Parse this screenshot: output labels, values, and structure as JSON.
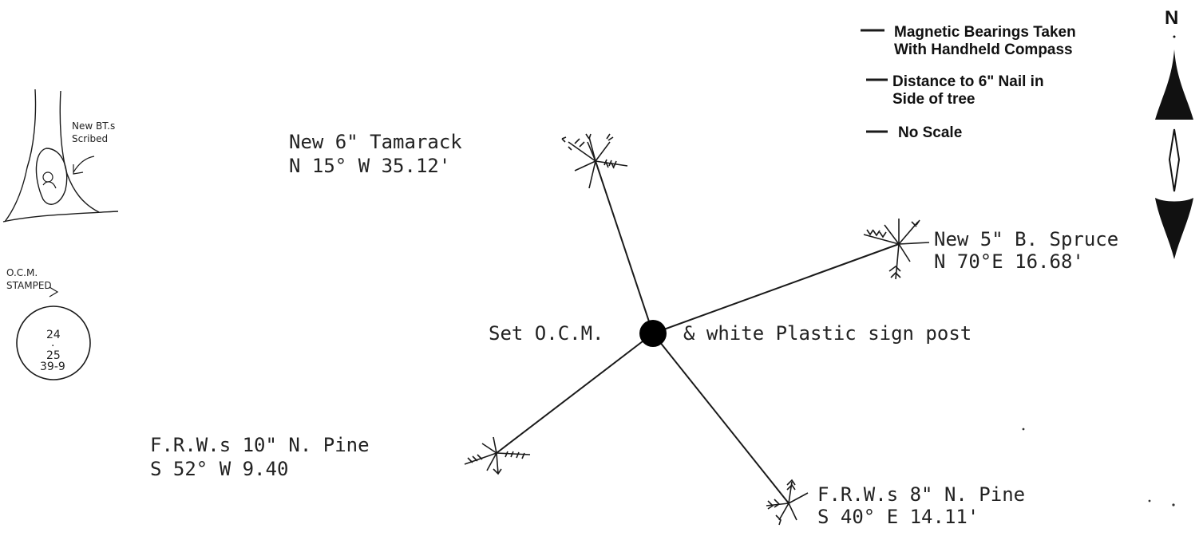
{
  "legend": {
    "items": [
      {
        "lines": [
          "Magnetic Bearings Taken",
          "With  Handheld  Compass"
        ]
      },
      {
        "lines": [
          "Distance to 6\"  Nail in",
          "Side of tree"
        ]
      },
      {
        "lines": [
          "No  Scale"
        ]
      }
    ]
  },
  "north_arrow": {
    "label": "N"
  },
  "center": {
    "label_left": "Set O.C.M.",
    "label_right": "& white Plastic sign post"
  },
  "trees": [
    {
      "name": "tamarack",
      "lines": [
        "New 6\" Tamarack",
        "N 15° W 35.12'"
      ]
    },
    {
      "name": "spruce",
      "lines": [
        "New 5\" B. Spruce",
        "N 70°E 16.68'"
      ]
    },
    {
      "name": "pine-sw",
      "lines": [
        "F.R.W.s 10\" N. Pine",
        "S 52° W 9.40"
      ]
    },
    {
      "name": "pine-se",
      "lines": [
        "F.R.W.s 8\" N. Pine",
        "S 40° E 14.11'"
      ]
    }
  ],
  "inset_tree": {
    "note": [
      "New BT.s",
      "Scribed"
    ]
  },
  "inset_ocm": {
    "label": [
      "O.C.M.",
      "STAMPED"
    ],
    "stamp": [
      "24",
      ".",
      "25",
      "39-9"
    ]
  }
}
